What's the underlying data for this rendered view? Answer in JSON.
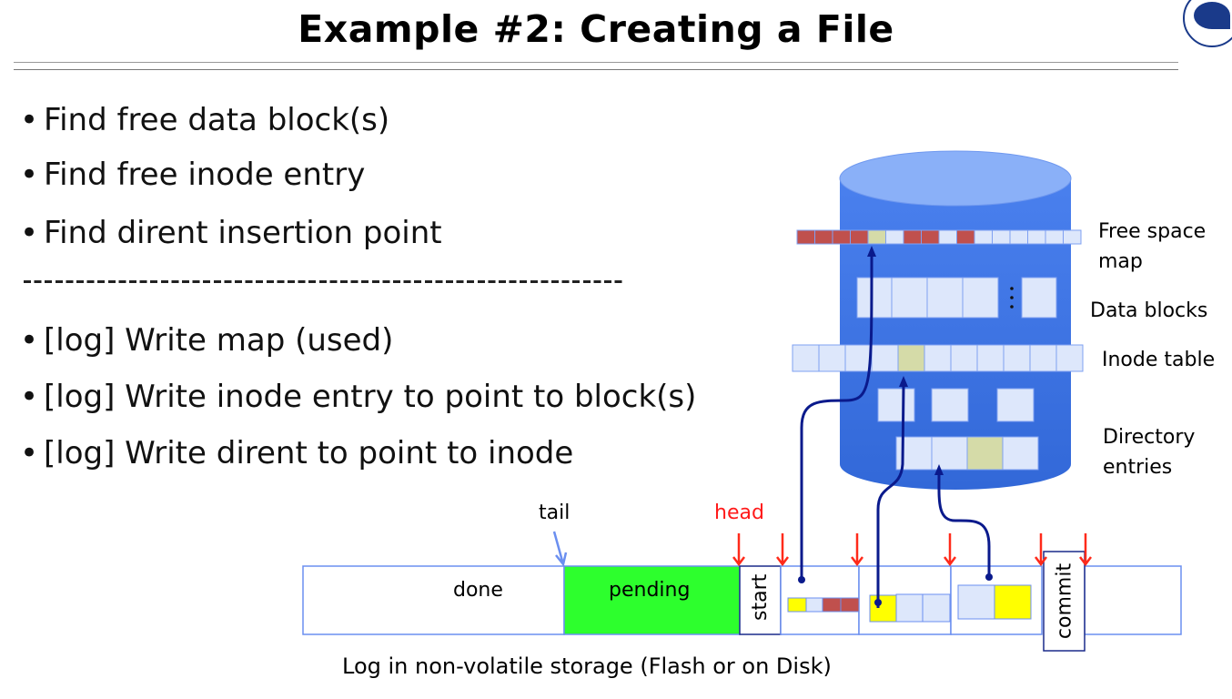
{
  "slide": {
    "title": "Example #2: Creating a File",
    "bullets": [
      "Find free data block(s)",
      "Find free inode entry",
      "Find dirent insertion point",
      "[log] Write map (used)",
      "[log] Write inode entry to point to block(s)",
      "[log] Write dirent to point to inode"
    ],
    "separator": "-----------------------------------------------------"
  },
  "disk": {
    "labels": {
      "free_space_map_line1": "Free space",
      "free_space_map_line2": "map",
      "data_blocks": "Data blocks",
      "inode_table": "Inode table",
      "directory_entries_line1": "Directory",
      "directory_entries_line2": "entries"
    },
    "free_space_map": [
      "used",
      "used",
      "used",
      "used",
      "new",
      "free",
      "used",
      "used",
      "free",
      "used",
      "free",
      "free",
      "free",
      "free",
      "free",
      "free"
    ],
    "colors": {
      "cylinder": "#3f74e6",
      "cylinder_top": "#8ab0f8",
      "used": "#c0504d",
      "free": "#dde7fb",
      "new": "#d5dba8",
      "highlight": "#ffff00",
      "pending": "#2dff2d",
      "arrow_red": "#ff2a1a",
      "arrow_blue": "#6b8ff0",
      "link": "#0a1a8c"
    }
  },
  "log": {
    "done_label": "done",
    "pending_label": "pending",
    "start_label": "start",
    "commit_label": "commit",
    "tail_label": "tail",
    "head_label": "head",
    "caption": "Log in non-volatile storage (Flash or on Disk)"
  }
}
